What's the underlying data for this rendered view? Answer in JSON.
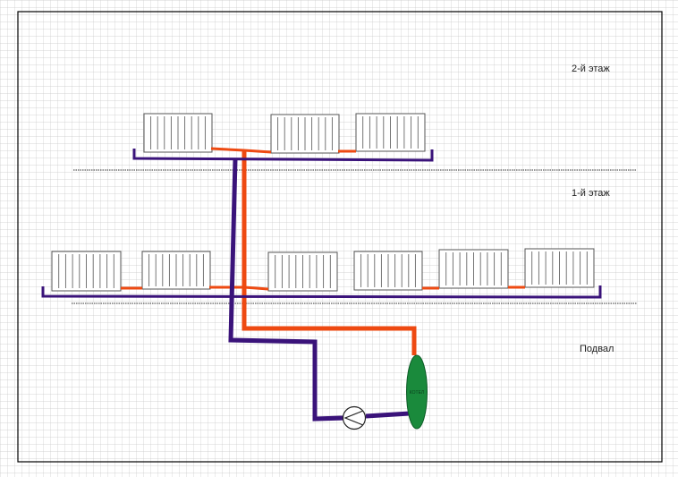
{
  "labels": {
    "floor2": "2-й этаж",
    "floor1": "1-й этаж",
    "basement": "Подвал",
    "boiler": "КОТЕЛ"
  },
  "colors": {
    "background": "#ffffff",
    "grid": "#c8c8c8",
    "frame": "#000000",
    "hot_pipe": "#ee4a12",
    "cold_pipe": "#3a137a",
    "boiler": "#1a8a3c",
    "radiator_stroke": "#555555",
    "floor_line": "#333333"
  },
  "icons": {
    "pump": "pump-icon",
    "boiler": "boiler-icon",
    "radiator": "radiator-icon"
  }
}
